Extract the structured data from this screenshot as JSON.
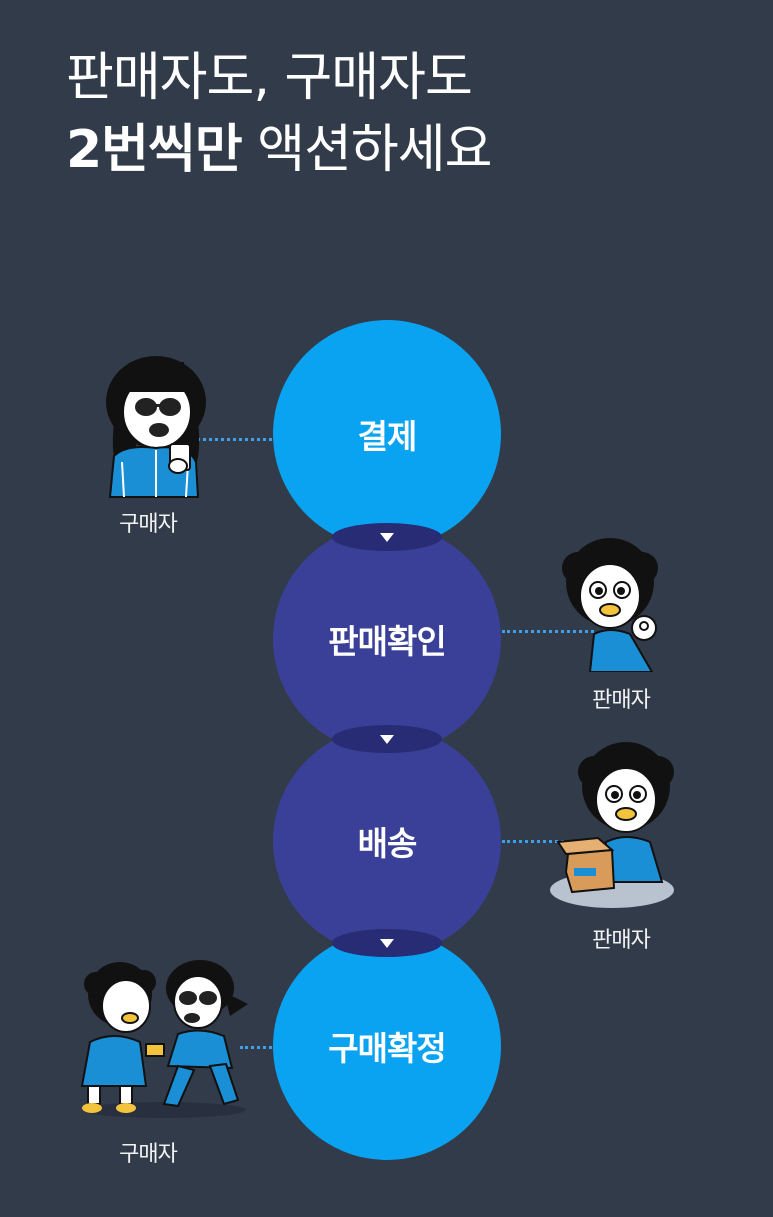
{
  "headline": {
    "line1": "판매자도, 구매자도",
    "line2_bold": "2번씩만",
    "line2_rest": " 액션하세요"
  },
  "steps": [
    {
      "label": "결제",
      "actor": "구매자",
      "color": "#0aa3f2"
    },
    {
      "label": "판매확인",
      "actor": "판매자",
      "color": "#3a4097"
    },
    {
      "label": "배송",
      "actor": "판매자",
      "color": "#3a4097"
    },
    {
      "label": "구매확정",
      "actor": "구매자",
      "color": "#0aa3f2"
    }
  ],
  "colors": {
    "background": "#323b4a",
    "step_light": "#0aa3f2",
    "step_dark": "#3a4097",
    "connector": "#3f9fe8"
  },
  "icons": [
    "buyer-character-icon",
    "seller-character-icon",
    "seller-ok-character-icon",
    "seller-box-character-icon",
    "buyers-hug-character-icon",
    "down-arrow-icon"
  ]
}
